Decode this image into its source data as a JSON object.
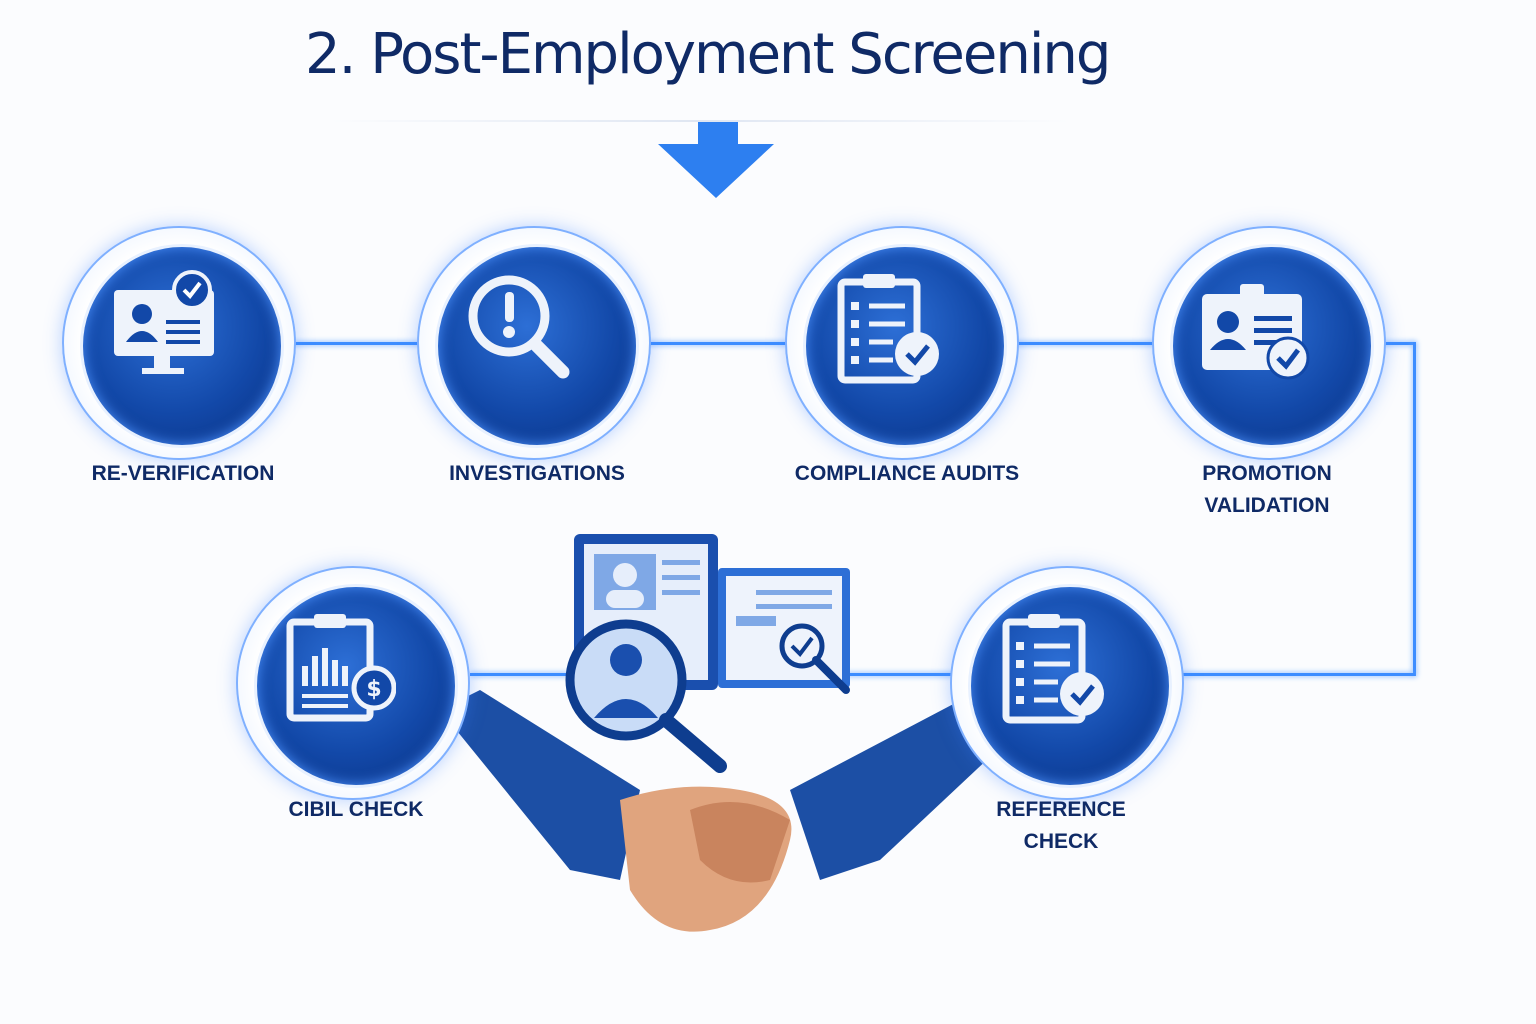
{
  "header": {
    "title": "2. Post-Employment Screening"
  },
  "steps": [
    {
      "label": "RE-VERIFICATION",
      "icon": "monitor-profile-check-icon"
    },
    {
      "label": "INVESTIGATIONS",
      "icon": "magnifier-exclamation-icon"
    },
    {
      "label": "COMPLIANCE AUDITS",
      "icon": "clipboard-check-icon"
    },
    {
      "label_line1": "PROMOTION",
      "label_line2": "VALIDATION",
      "icon": "id-card-check-icon"
    },
    {
      "label_line1": "REFERENCE",
      "label_line2": "CHECK",
      "icon": "clipboard-check-icon"
    },
    {
      "label": "CIBIL CHECK",
      "icon": "report-dollar-icon"
    }
  ],
  "colors": {
    "primary": "#1248a8",
    "text": "#0f2a66",
    "connector": "#3d8dff"
  }
}
